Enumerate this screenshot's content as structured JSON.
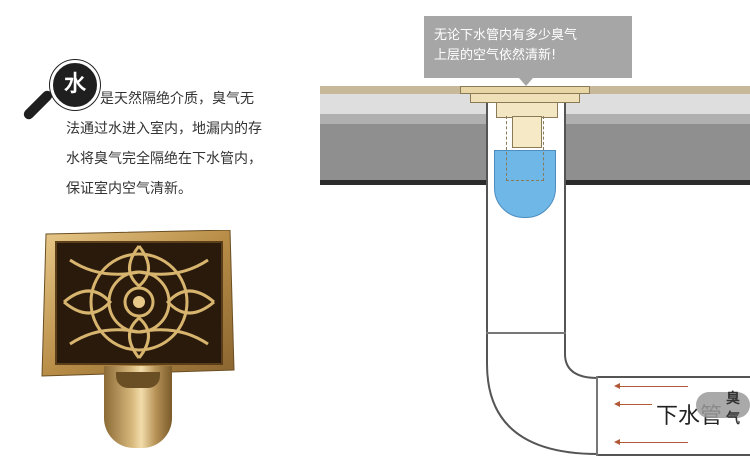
{
  "badge": {
    "char": "水",
    "icon": "magnifier-icon"
  },
  "description": {
    "lines": [
      "是天然隔绝介质，臭气无",
      "法通过水进入室内，地漏内的存",
      "水将臭气完全隔绝在下水管内，",
      "保证室内空气清新。"
    ]
  },
  "tooltip": {
    "line1": "无论下水管内有多少臭气",
    "line2": "上层的空气依然清新!"
  },
  "diagram": {
    "pipe_label": "下水管",
    "smell_label": "臭气",
    "water_color": "#6fb7e6",
    "floor_colors": [
      "#c8b89a",
      "#dedede",
      "#b0b0b0",
      "#8f8f8f",
      "#2b2b2b"
    ]
  },
  "product": {
    "image": "brass-floor-drain-image",
    "tile_color": "#c9a35b"
  }
}
